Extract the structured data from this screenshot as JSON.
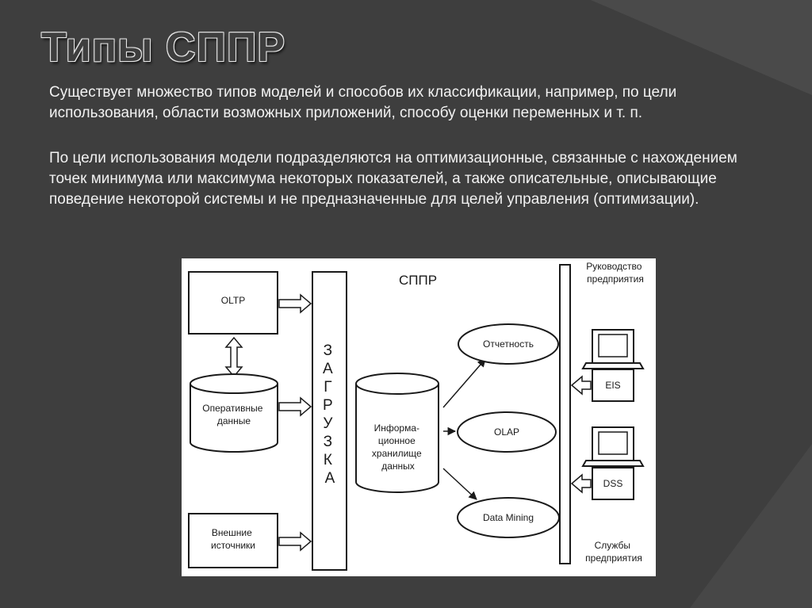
{
  "slide": {
    "title": "Типы СППР",
    "paragraph1": "Существует множество типов моделей и способов их классификации, например, по цели использования, области возможных приложений, способу оценки переменных и т. п.",
    "paragraph2": "По цели использования модели подразделяются на оптимизационные, связанные с нахождением точек минимума или максимума некоторых показателей, а также описательные, описывающие поведение некоторой системы и не предназначенные для целей управления (оптимизации)."
  },
  "diagram": {
    "title": "СППР",
    "oltp": "OLTP",
    "operational_data": [
      "Оперативные",
      "данные"
    ],
    "external_sources": [
      "Внешние",
      "источники"
    ],
    "loading": [
      "З",
      "А",
      "Г",
      "Р",
      "У",
      "З",
      "К",
      "А"
    ],
    "warehouse": [
      "Информа-",
      "ционное",
      "хранилище",
      "данных"
    ],
    "reporting": "Отчетность",
    "olap": "OLAP",
    "data_mining": "Data Mining",
    "management": [
      "Руководство",
      "предприятия"
    ],
    "eis": "EIS",
    "dss": "DSS",
    "services": [
      "Службы",
      "предприятия"
    ]
  }
}
